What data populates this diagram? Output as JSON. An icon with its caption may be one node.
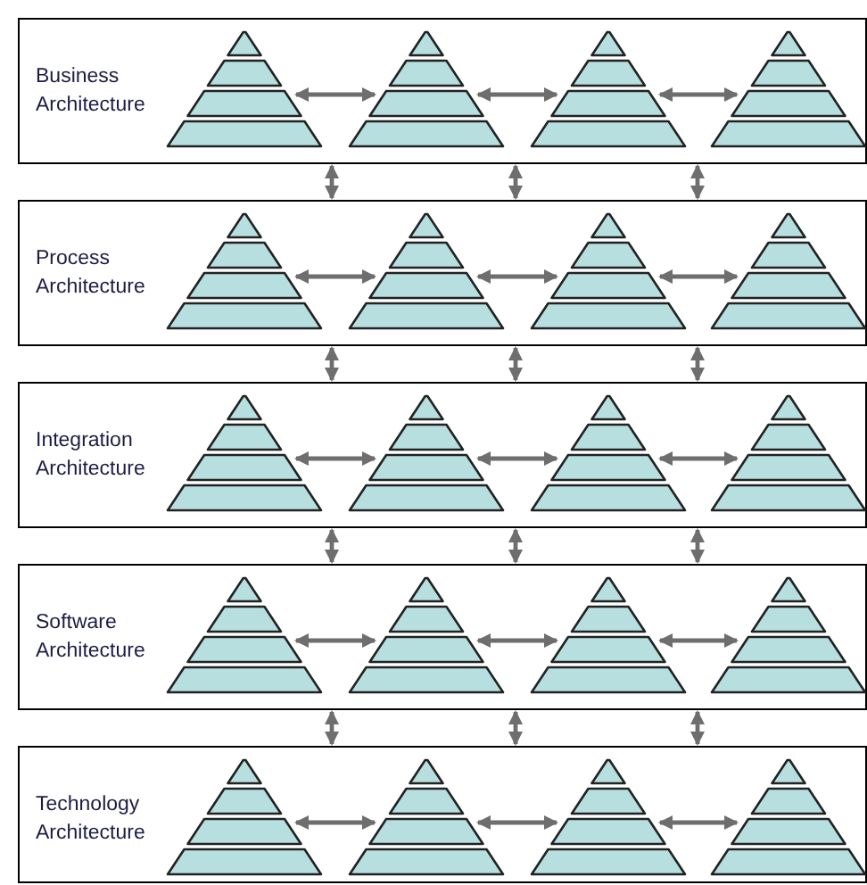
{
  "diagram": {
    "nodes": [
      {
        "text": [
          "Business Architecture"
        ]
      },
      {
        "text": [],
        "shape": "pyramid",
        "in": 0
      },
      {
        "text": [],
        "shape": "pyramid",
        "in": 0
      },
      {
        "text": [],
        "shape": "pyramid",
        "in": 0
      },
      {
        "text": [],
        "shape": "pyramid",
        "in": 0
      },
      {
        "text": [
          "Process Architecture"
        ]
      },
      {
        "text": [],
        "shape": "pyramid",
        "in": 5
      },
      {
        "text": [],
        "shape": "pyramid",
        "in": 5
      },
      {
        "text": [],
        "shape": "pyramid",
        "in": 5
      },
      {
        "text": [],
        "shape": "pyramid",
        "in": 5
      },
      {
        "text": [
          "Integration Architecture"
        ]
      },
      {
        "text": [],
        "shape": "pyramid",
        "in": 10
      },
      {
        "text": [],
        "shape": "pyramid",
        "in": 10
      },
      {
        "text": [],
        "shape": "pyramid",
        "in": 10
      },
      {
        "text": [],
        "shape": "pyramid",
        "in": 10
      },
      {
        "text": [
          "Software Architecture"
        ]
      },
      {
        "text": [],
        "shape": "pyramid",
        "in": 15
      },
      {
        "text": [],
        "shape": "pyramid",
        "in": 15
      },
      {
        "text": [],
        "shape": "pyramid",
        "in": 15
      },
      {
        "text": [],
        "shape": "pyramid",
        "in": 15
      },
      {
        "text": [
          "Technology Architecture"
        ]
      },
      {
        "text": [],
        "shape": "pyramid",
        "in": 20
      },
      {
        "text": [],
        "shape": "pyramid",
        "in": 20
      },
      {
        "text": [],
        "shape": "pyramid",
        "in": 20
      },
      {
        "text": [],
        "shape": "pyramid",
        "in": 20
      }
    ],
    "edges": [
      {
        "from": 1,
        "to": 2,
        "arrow": "both"
      },
      {
        "from": 2,
        "to": 3,
        "arrow": "both"
      },
      {
        "from": 3,
        "to": 4,
        "arrow": "both"
      },
      {
        "from": 0,
        "to": 5,
        "arrow": "both"
      },
      {
        "from": 0,
        "to": 5,
        "arrow": "both"
      },
      {
        "from": 0,
        "to": 5,
        "arrow": "both"
      },
      {
        "from": 6,
        "to": 7,
        "arrow": "both"
      },
      {
        "from": 7,
        "to": 8,
        "arrow": "both"
      },
      {
        "from": 8,
        "to": 9,
        "arrow": "both"
      },
      {
        "from": 5,
        "to": 10,
        "arrow": "both"
      },
      {
        "from": 5,
        "to": 10,
        "arrow": "both"
      },
      {
        "from": 5,
        "to": 10,
        "arrow": "both"
      },
      {
        "from": 11,
        "to": 12,
        "arrow": "both"
      },
      {
        "from": 12,
        "to": 13,
        "arrow": "both"
      },
      {
        "from": 13,
        "to": 14,
        "arrow": "both"
      },
      {
        "from": 10,
        "to": 15,
        "arrow": "both"
      },
      {
        "from": 10,
        "to": 15,
        "arrow": "both"
      },
      {
        "from": 10,
        "to": 15,
        "arrow": "both"
      },
      {
        "from": 16,
        "to": 17,
        "arrow": "both"
      },
      {
        "from": 17,
        "to": 18,
        "arrow": "both"
      },
      {
        "from": 18,
        "to": 19,
        "arrow": "both"
      },
      {
        "from": 15,
        "to": 20,
        "arrow": "both"
      },
      {
        "from": 15,
        "to": 20,
        "arrow": "both"
      },
      {
        "from": 15,
        "to": 20,
        "arrow": "both"
      },
      {
        "from": 21,
        "to": 22,
        "arrow": "both"
      },
      {
        "from": 22,
        "to": 23,
        "arrow": "both"
      },
      {
        "from": 23,
        "to": 24,
        "arrow": "both"
      }
    ]
  }
}
